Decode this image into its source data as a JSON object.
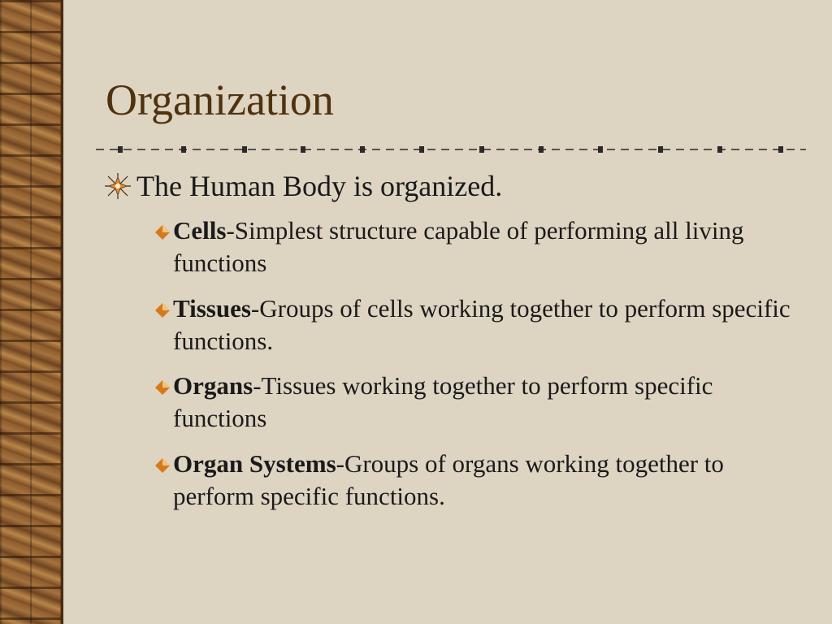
{
  "slide": {
    "title": "Organization",
    "main_bullet": "The Human Body is organized.",
    "items": [
      {
        "term": "Cells",
        "rest": "-Simplest structure capable of performing all living functions"
      },
      {
        "term": "Tissues",
        "rest": "-Groups of cells working together to perform specific functions."
      },
      {
        "term": "Organs",
        "rest": "-Tissues working together to perform specific functions"
      },
      {
        "term": "Organ Systems",
        "rest": "-Groups of organs working together to perform specific functions."
      }
    ]
  },
  "colors": {
    "background": "#ddd4c2",
    "title": "#50320e",
    "text": "#1a1a1a",
    "bullet_accent": "#d47a1e"
  },
  "icons": {
    "main_bullet": "compass-star-icon",
    "sub_bullet": "diamond-icon",
    "divider": "dashed-rule"
  }
}
